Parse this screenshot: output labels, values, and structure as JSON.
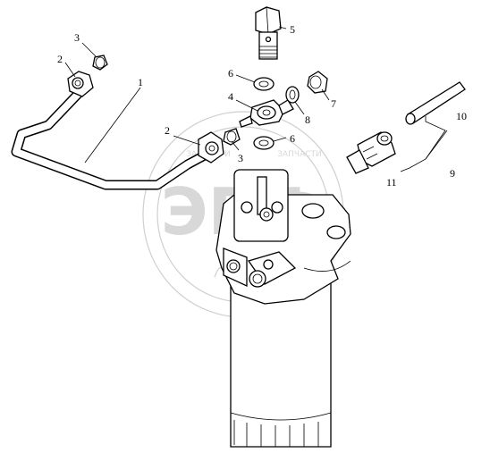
{
  "watermark": {
    "logo_text": "ЭПФ",
    "ring_text_left": "ЗАПЧАСТИ",
    "ring_text_right": "ЗАПЧАСТИ"
  },
  "callouts": [
    {
      "id": "c1",
      "text": "1"
    },
    {
      "id": "c2a",
      "text": "2"
    },
    {
      "id": "c2b",
      "text": "2"
    },
    {
      "id": "c3a",
      "text": "3"
    },
    {
      "id": "c3b",
      "text": "3"
    },
    {
      "id": "c4",
      "text": "4"
    },
    {
      "id": "c5",
      "text": "5"
    },
    {
      "id": "c6a",
      "text": "6"
    },
    {
      "id": "c6b",
      "text": "6"
    },
    {
      "id": "c7",
      "text": "7"
    },
    {
      "id": "c8",
      "text": "8"
    },
    {
      "id": "c9",
      "text": "9"
    },
    {
      "id": "c10",
      "text": "10"
    },
    {
      "id": "c11",
      "text": "11"
    }
  ]
}
